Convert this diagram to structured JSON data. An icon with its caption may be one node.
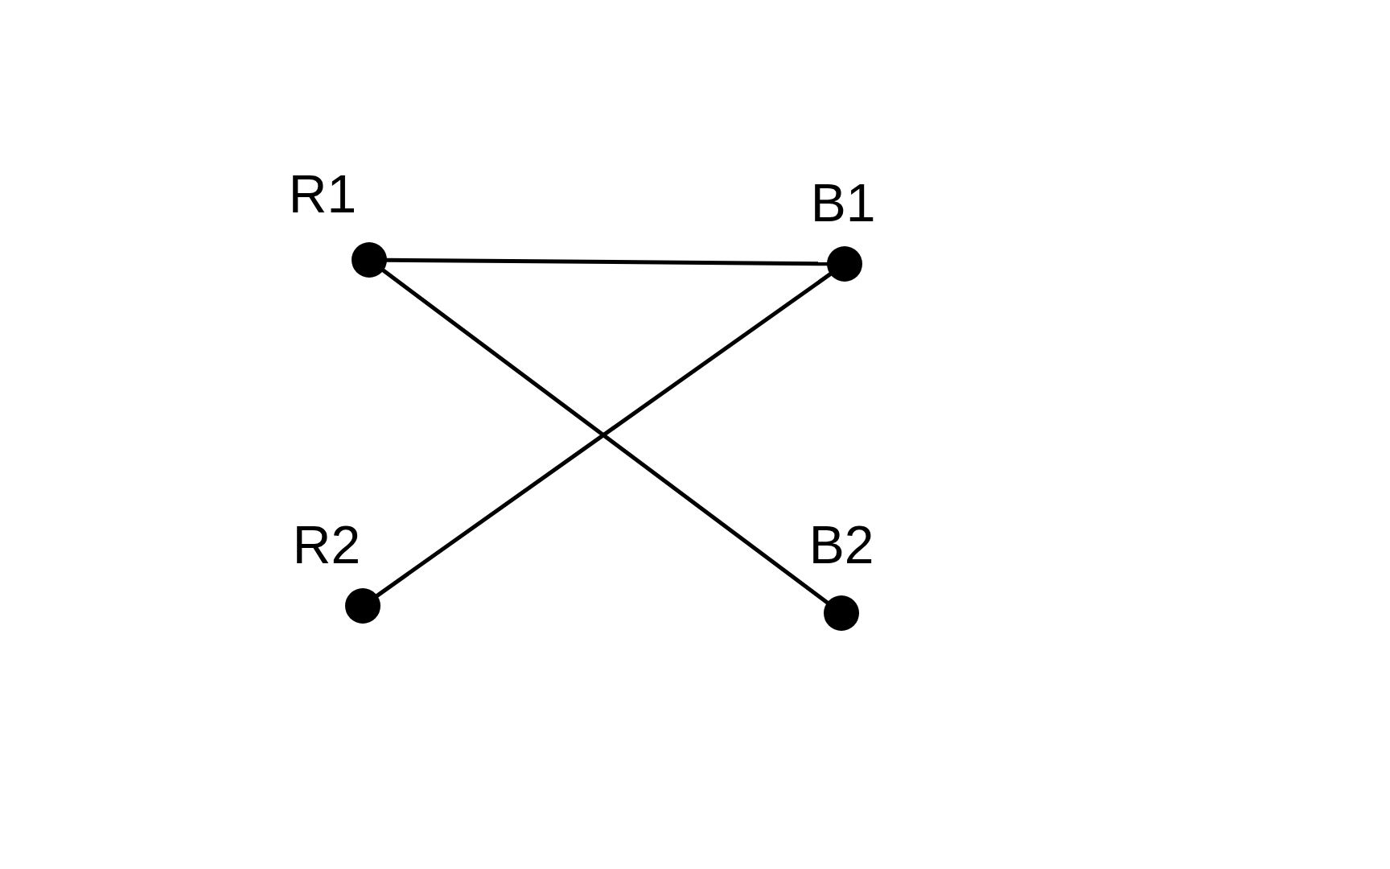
{
  "diagram": {
    "nodes": [
      {
        "text": [
          "R1"
        ]
      },
      {
        "text": [
          "B1"
        ]
      },
      {
        "text": [
          "R2"
        ]
      },
      {
        "text": [
          "B2"
        ]
      }
    ],
    "edges": [
      {
        "from": 0,
        "to": 1,
        "arrow": "none"
      },
      {
        "from": 0,
        "to": 3,
        "arrow": "none"
      },
      {
        "from": 2,
        "to": 1,
        "arrow": "none"
      }
    ]
  }
}
